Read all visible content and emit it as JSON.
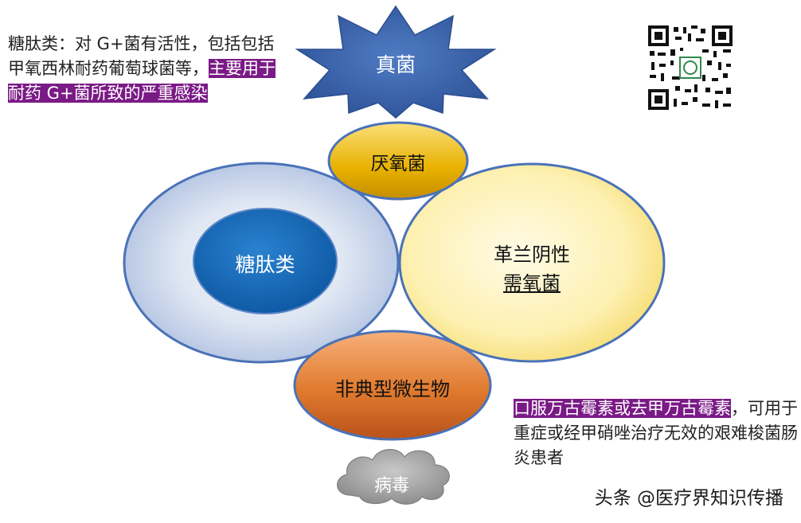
{
  "notes": {
    "left": {
      "plain": "糖肽类：对 G+菌有活性，包括包括甲氧西林耐药葡萄球菌等，",
      "highlight": "主要用于耐药 G+菌所致的严重感染"
    },
    "right": {
      "highlight": "口服万古霉素或去甲万古霉素",
      "plain": "，可用于重症或经甲硝唑治疗无效的艰难梭菌肠炎患者"
    }
  },
  "shapes": {
    "fungi": "真菌",
    "anaerobe": "厌氧菌",
    "glycopeptide": "糖肽类",
    "gram_neg_line1": "革兰阴性",
    "gram_neg_line2": "需氧菌",
    "atypical": "非典型微生物",
    "virus": "病毒"
  },
  "watermark": "头条 @医疗界知识传播",
  "colors": {
    "star_blue": "#3d67ad",
    "inner_blue": "#1868b6",
    "gold": "#e8b100",
    "cream": "#fde98d",
    "orange": "#d96a1a",
    "cloud_gray": "#9a9a9a",
    "highlight_purple": "#7a1a86"
  },
  "icons": [
    "qr-code-icon"
  ]
}
